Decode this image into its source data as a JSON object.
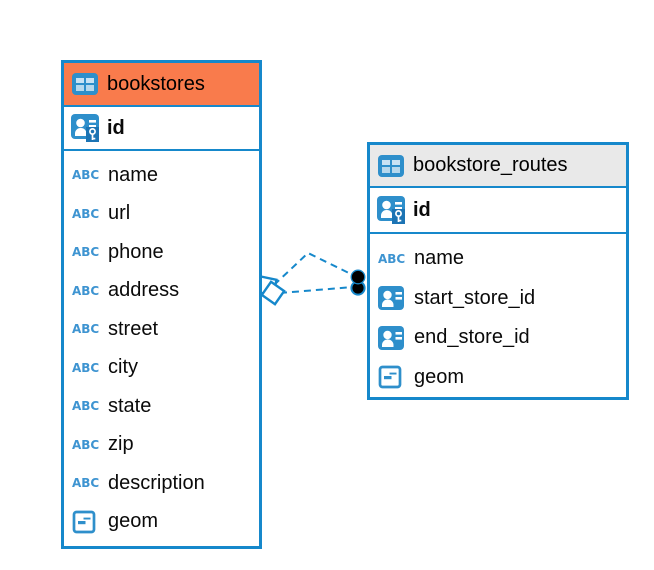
{
  "diagram": {
    "type": "entity-relationship-diagram",
    "colors": {
      "accent_blue": "#1688CB",
      "icon_blue": "#2E8FCB",
      "selected_header_orange": "#F97B4C",
      "default_header_gray": "#E9E9E9",
      "relationship_dot_black": "#000000",
      "text": "#0A0A0A"
    },
    "icons": {
      "abc_glyph": "ABC"
    },
    "tables": [
      {
        "name": "bookstores",
        "header_icon": "table-icon",
        "primary_key": {
          "name": "id",
          "icon": "primary-key-icon"
        },
        "columns": [
          {
            "name": "name",
            "icon": "text-type-icon"
          },
          {
            "name": "url",
            "icon": "text-type-icon"
          },
          {
            "name": "phone",
            "icon": "text-type-icon"
          },
          {
            "name": "address",
            "icon": "text-type-icon"
          },
          {
            "name": "street",
            "icon": "text-type-icon"
          },
          {
            "name": "city",
            "icon": "text-type-icon"
          },
          {
            "name": "state",
            "icon": "text-type-icon"
          },
          {
            "name": "zip",
            "icon": "text-type-icon"
          },
          {
            "name": "description",
            "icon": "text-type-icon"
          },
          {
            "name": "geom",
            "icon": "geometry-type-icon"
          }
        ]
      },
      {
        "name": "bookstore_routes",
        "header_icon": "table-icon",
        "primary_key": {
          "name": "id",
          "icon": "primary-key-icon"
        },
        "columns": [
          {
            "name": "name",
            "icon": "text-type-icon"
          },
          {
            "name": "start_store_id",
            "icon": "reference-type-icon"
          },
          {
            "name": "end_store_id",
            "icon": "reference-type-icon"
          },
          {
            "name": "geom",
            "icon": "geometry-type-icon"
          }
        ]
      }
    ],
    "relationships": [
      {
        "from_table": "bookstore_routes",
        "to_table": "bookstores",
        "line_style": "dashed"
      },
      {
        "from_table": "bookstore_routes",
        "to_table": "bookstores",
        "line_style": "dashed"
      }
    ]
  }
}
